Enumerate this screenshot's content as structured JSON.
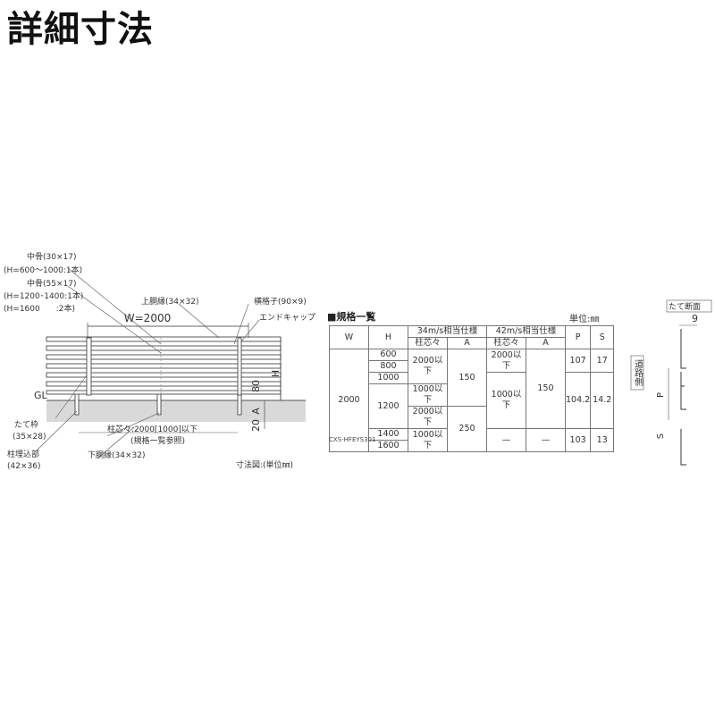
{
  "title": "詳細寸法",
  "fence_labels": {
    "naka_bone_1": "中骨(30×17)",
    "naka_bone_1_note": "(H=600〜1000:1本)",
    "naka_bone_2": "中骨(55×17)",
    "naka_bone_2_note": "(H=1200･1400:1本)",
    "naka_bone_2_note2": "(H=1600　　:2本)",
    "upper_rail": "上胴縁(34×32)",
    "slat": "横格子(90×9)",
    "end_cap": "エンドキャップ",
    "width": "W=2000",
    "height": "H",
    "gl": "GL",
    "dim_80": "80",
    "dim_a": "A",
    "dim_20": "20",
    "post": "たて枠",
    "post_size": "(35×28)",
    "embed": "柱埋込部",
    "embed_size": "(42×36)",
    "pitch": "柱芯々:2000[1000]以下",
    "pitch_note": "(規格一覧参照)",
    "lower_rail": "下胴縁(34×32)",
    "unit_note": "寸法図:(単位㎜)"
  },
  "spec_table": {
    "caption": "■規格一覧",
    "unit": "単位:㎜",
    "headers": {
      "w": "W",
      "h": "H",
      "group_34": "34m/s相当仕様",
      "group_42": "42m/s相当仕様",
      "pitch": "柱芯々",
      "a": "A",
      "p": "P",
      "s": "S"
    },
    "w_value": "2000",
    "h_values": [
      "600",
      "800",
      "1000",
      "1200",
      "1400",
      "1600"
    ],
    "pitch34_a": "2000以下",
    "pitch34_b": "1000以下",
    "pitch34_c": "2000以下",
    "pitch34_d": "1000以下",
    "a34_a": "150",
    "a34_b": "250",
    "pitch42_a": "2000以下",
    "pitch42_b": "1000以下",
    "pitch42_c": "—",
    "a42_a": "150",
    "a42_c": "—",
    "p_values": [
      "107",
      "104.2",
      "103"
    ],
    "s_values": [
      "17",
      "14.2",
      "13"
    ],
    "code": "CXS-HFEYS301"
  },
  "section": {
    "caption": "たて断面",
    "dim_9": "9",
    "road_side": "道路側",
    "p": "P",
    "s": "S"
  }
}
